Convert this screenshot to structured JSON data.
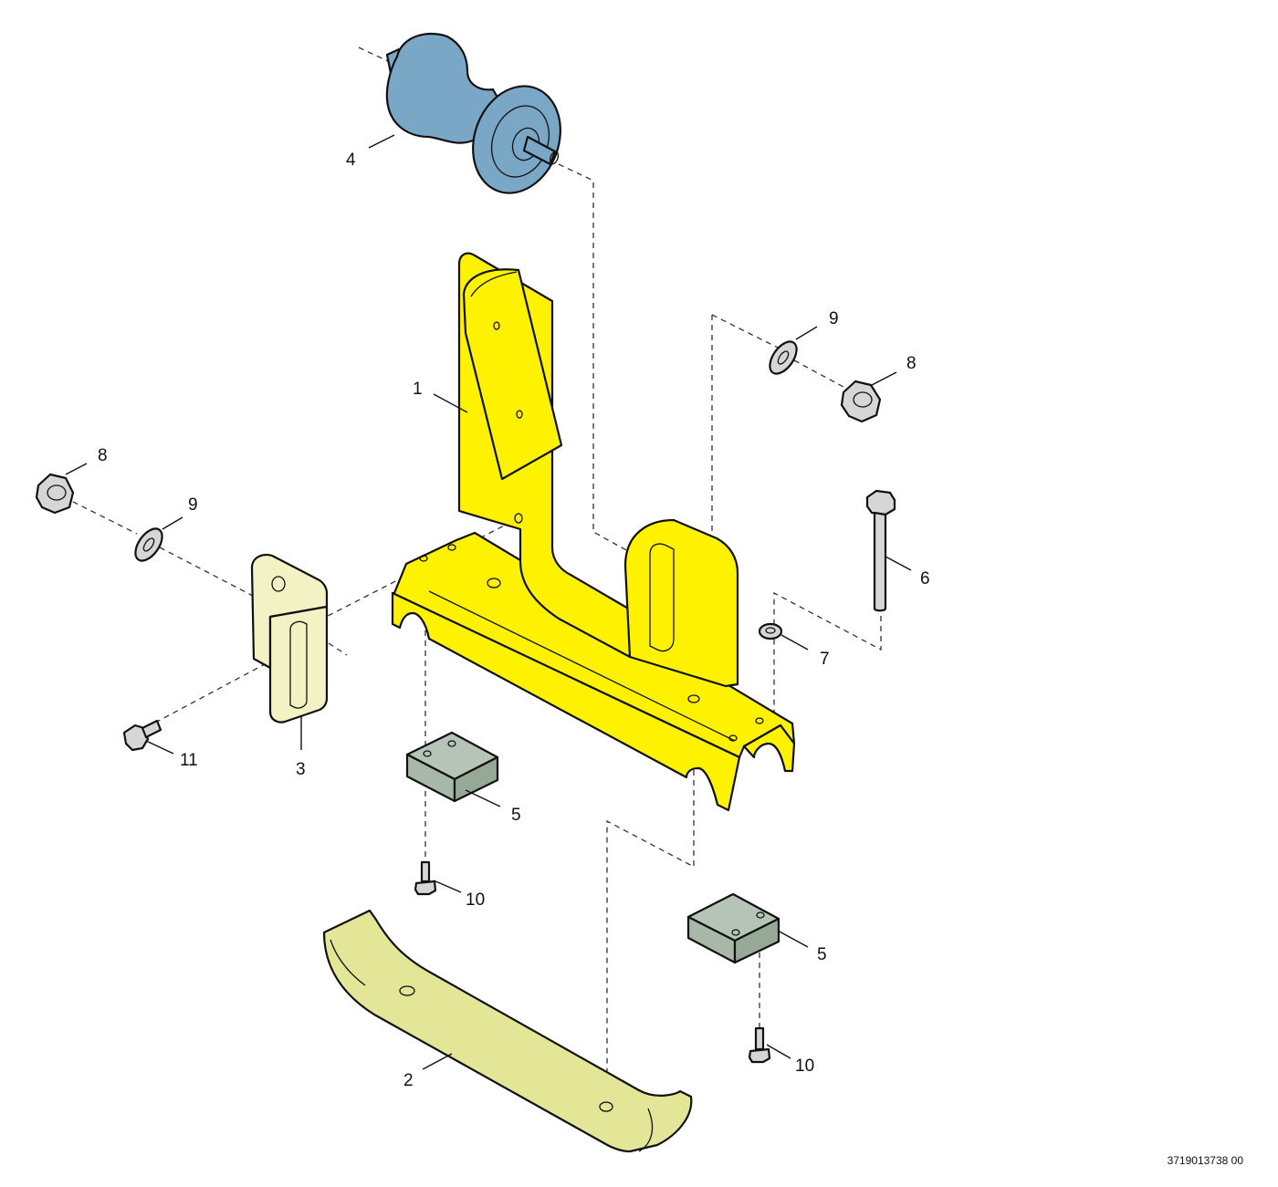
{
  "drawing_number": "3719013738 00",
  "colors": {
    "frame": "#FFF200",
    "plate": "#E3E697",
    "bracket": "#F2F2C4",
    "roller": "#7BA7C6",
    "pad": "#A7B8A8",
    "hardware": "#D6D6D6"
  },
  "callouts": {
    "c1": "1",
    "c2": "2",
    "c3": "3",
    "c4": "4",
    "c5a": "5",
    "c5b": "5",
    "c6": "6",
    "c7": "7",
    "c8a": "8",
    "c8b": "8",
    "c9a": "9",
    "c9b": "9",
    "c10a": "10",
    "c10b": "10",
    "c11": "11"
  }
}
